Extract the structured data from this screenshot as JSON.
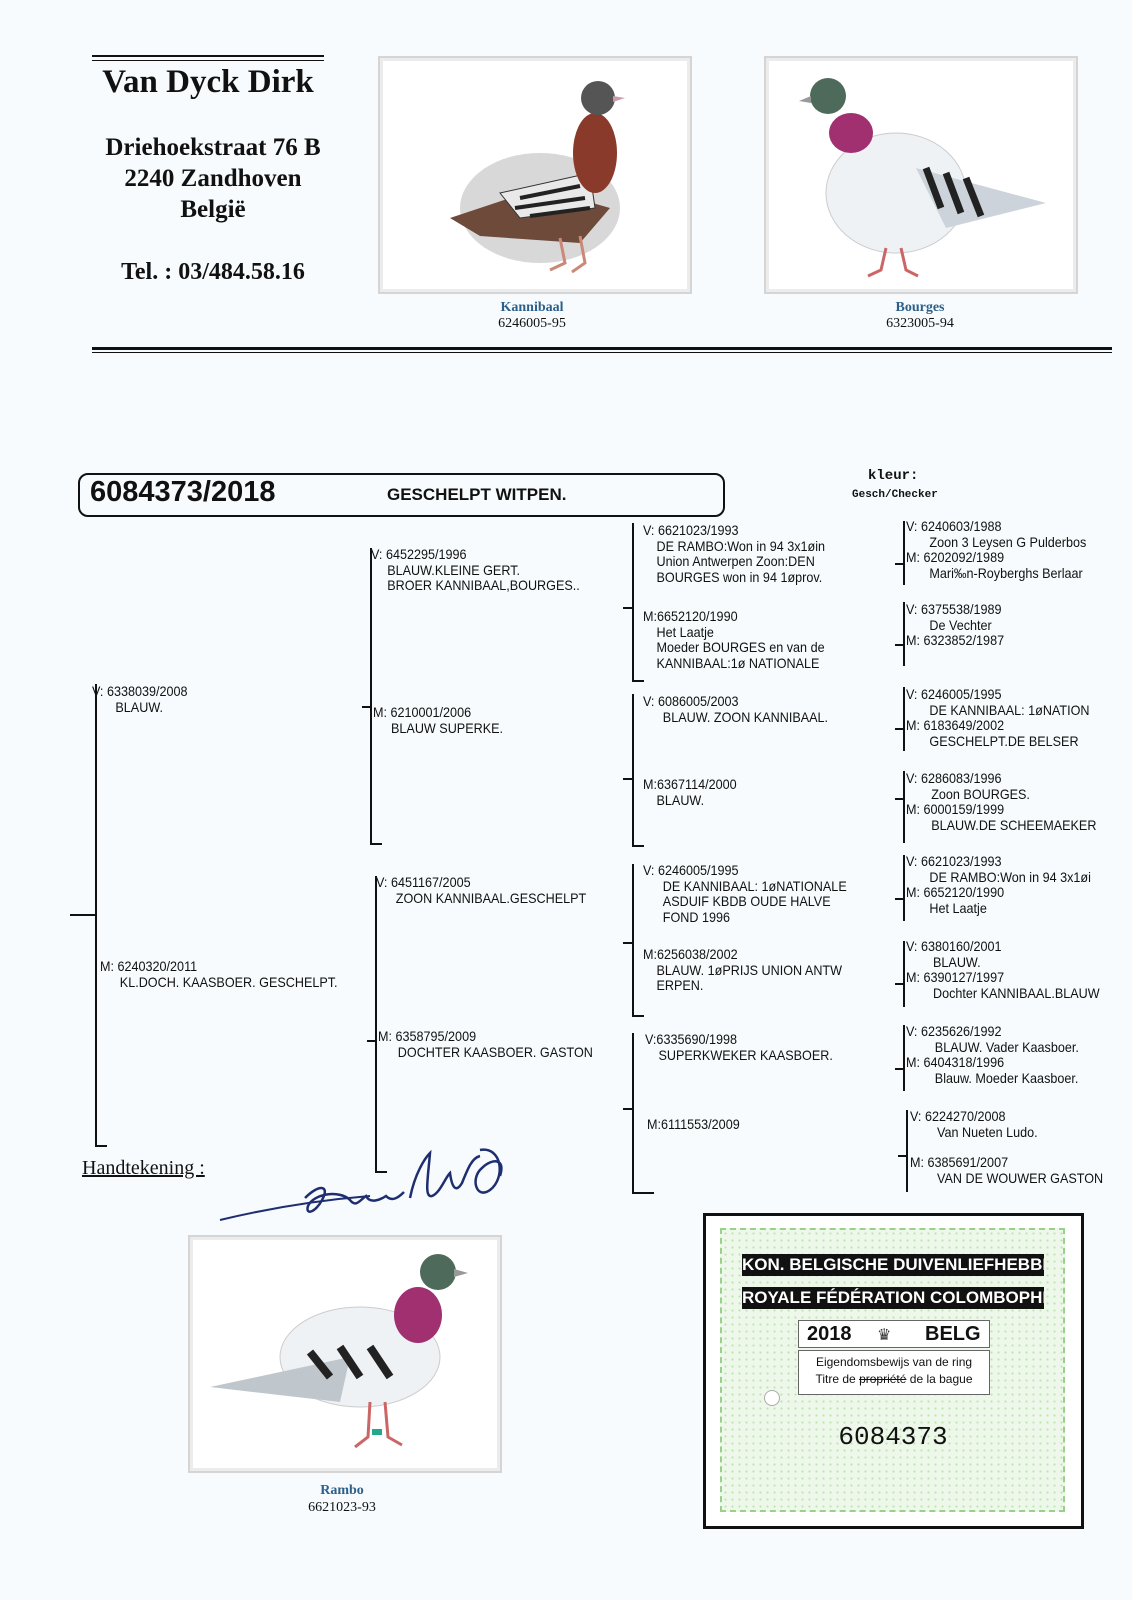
{
  "breeder": {
    "name": "Van Dyck Dirk",
    "street": "Driehoekstraat 76 B",
    "city": "2240 Zandhoven",
    "country": "België",
    "phone": "Tel. : 03/484.58.16"
  },
  "photos": [
    {
      "name": "Kannibaal",
      "ring": "6246005-95"
    },
    {
      "name": "Bourges",
      "ring": "6323005-94"
    },
    {
      "name": "Rambo",
      "ring": "6621023-93"
    }
  ],
  "pigeon": {
    "ring": "6084373/2018",
    "color_desc": "GESCHELPT WITPEN.",
    "kleur_label": "kleur:",
    "kleur_value": "Gesch/Checker"
  },
  "pedigree": {
    "sire": [
      "V: 6338039/2008",
      "BLAUW."
    ],
    "dam": [
      "M: 6240320/2011",
      "KL.DOCH. KAASBOER. GESCHELPT."
    ],
    "gen2": [
      [
        "V: 6452295/1996",
        "BLAUW.KLEINE GERT.",
        "BROER KANNIBAAL,BOURGES.."
      ],
      [
        "M: 6210001/2006",
        "BLAUW SUPERKE."
      ],
      [
        "V: 6451167/2005",
        "ZOON KANNIBAAL.GESCHELPT"
      ],
      [
        "M: 6358795/2009",
        "DOCHTER KAASBOER. GASTON"
      ]
    ],
    "gen3": [
      [
        "V: 6621023/1993",
        "DE RAMBO:Won in 94 3x1øin",
        "Union Antwerpen Zoon:DEN",
        "BOURGES won in 94 1øprov."
      ],
      [
        "M:6652120/1990",
        "Het Laatje",
        "Moeder BOURGES en van de",
        "KANNIBAAL:1ø NATIONALE"
      ],
      [
        "V: 6086005/2003",
        "BLAUW. ZOON KANNIBAAL."
      ],
      [
        "M:6367114/2000",
        "BLAUW."
      ],
      [
        "V: 6246005/1995",
        "DE KANNIBAAL: 1øNATIONALE",
        "ASDUIF KBDB OUDE HALVE",
        "FOND 1996"
      ],
      [
        "M:6256038/2002",
        "BLAUW. 1øPRIJS UNION ANTW",
        "ERPEN."
      ],
      [
        "V:6335690/1998",
        "SUPERKWEKER KAASBOER."
      ],
      [
        "M:6111553/2009"
      ]
    ],
    "gen4": [
      [
        "V: 6240603/1988",
        "Zoon 3 Leysen G Pulderbos",
        "M: 6202092/1989",
        "Mari‰n-Royberghs Berlaar"
      ],
      [
        "V: 6375538/1989",
        "De Vechter",
        "M: 6323852/1987"
      ],
      [
        "V: 6246005/1995",
        "DE KANNIBAAL: 1øNATION",
        "M: 6183649/2002",
        "GESCHELPT.DE BELSER"
      ],
      [
        "V: 6286083/1996",
        "Zoon BOURGES.",
        "M: 6000159/1999",
        "BLAUW.DE SCHEEMAEKER"
      ],
      [
        "V: 6621023/1993",
        "DE RAMBO:Won in 94 3x1øi",
        "M: 6652120/1990",
        "Het Laatje"
      ],
      [
        "V: 6380160/2001",
        "BLAUW.",
        "M: 6390127/1997",
        "Dochter KANNIBAAL.BLAUW"
      ],
      [
        "V: 6235626/1992",
        "BLAUW. Vader Kaasboer.",
        "M: 6404318/1996",
        "Blauw. Moeder Kaasboer."
      ],
      [
        "V: 6224270/2008",
        "Van Nueten Ludo.",
        "M: 6385691/2007",
        "VAN DE WOUWER GASTON"
      ]
    ]
  },
  "signature_label": "Handtekening :",
  "card": {
    "line1": "KON. BELGISCHE DUIVENLIEFHEBBERSBOND",
    "line2": "ROYALE FÉDÉRATION COLOMBOPHILE BELGE",
    "year": "2018",
    "country": "BELG",
    "sub1": "Eigendomsbewijs van de ring",
    "sub2a": "Titre de ",
    "sub2b": "propriété",
    "sub2c": " de la bague",
    "number": "6084373"
  }
}
